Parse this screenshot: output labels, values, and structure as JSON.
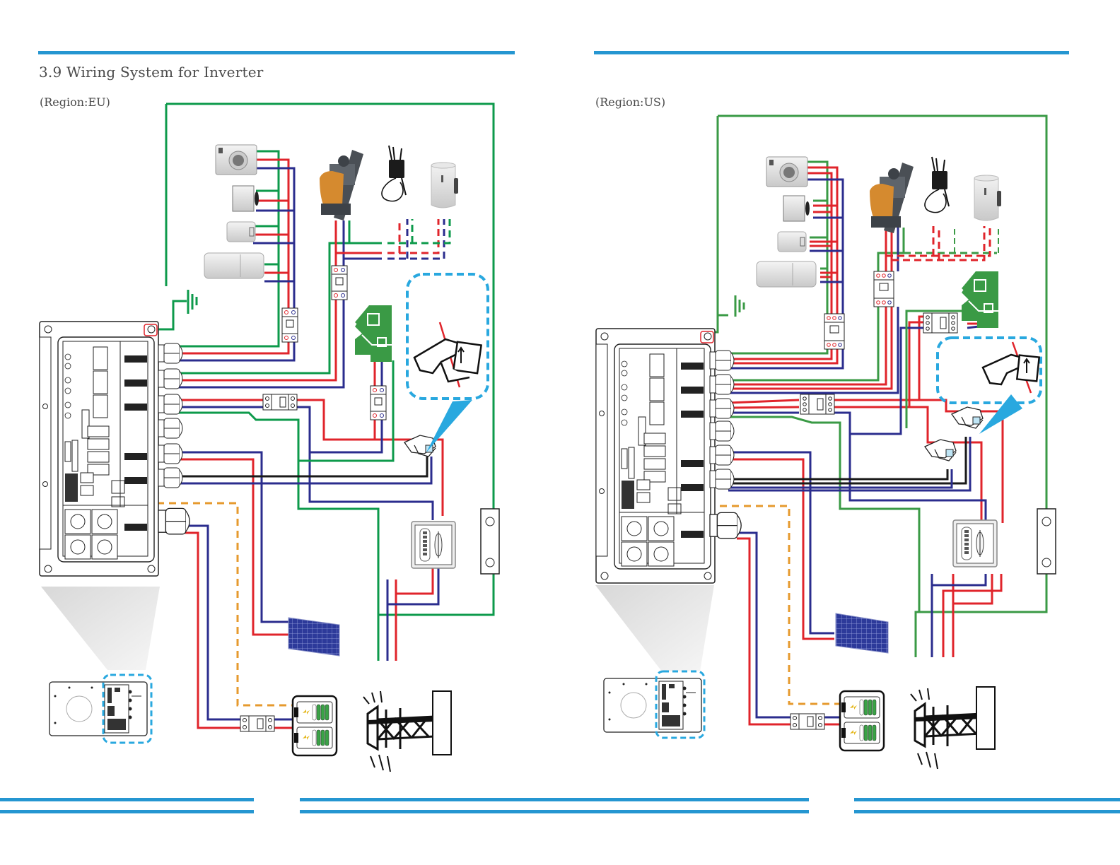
{
  "page": {
    "section_title": "3.9 Wiring System for Inverter",
    "accent_color": "#2596d1"
  },
  "diagrams": [
    {
      "region_label": "(Region:EU)",
      "phases": "single-phase",
      "components": [
        "washing-machine",
        "dishwasher",
        "water-heater",
        "boiler",
        "generator",
        "micro-inverter",
        "heat-pump",
        "ground",
        "breaker",
        "house-load",
        "ct-clamp",
        "energy-meter",
        "grid-outlet",
        "pv-panel",
        "battery",
        "grid-tower",
        "inverter-overview"
      ]
    },
    {
      "region_label": "(Region:US)",
      "phases": "split-phase",
      "components": [
        "washing-machine",
        "dishwasher",
        "water-heater",
        "boiler",
        "generator",
        "micro-inverter",
        "heat-pump",
        "ground",
        "breaker",
        "house-load",
        "ct-clamp",
        "ct-clamp-2",
        "energy-meter",
        "grid-outlet",
        "pv-panel",
        "battery",
        "grid-tower",
        "inverter-overview"
      ]
    }
  ],
  "wire_colors": {
    "line": "#e0242b",
    "neutral": "#2b2d8e",
    "ground": "#0d9a4b",
    "communication": "#e69a2e",
    "signal": "#1a1a1a",
    "highlight": "#29a8df"
  }
}
